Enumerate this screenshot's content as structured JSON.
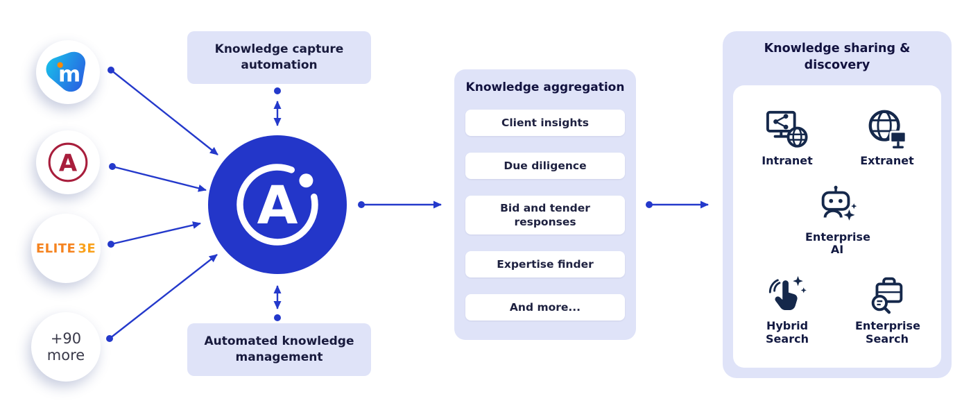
{
  "colors": {
    "arrow_blue": "#2439cb",
    "hub_blue": "#2336c9",
    "panel_lavender": "#dfe3f8",
    "icon_navy": "#15284b",
    "elite_orange": "#f5831f",
    "a_logo_red": "#a81e3c"
  },
  "sources": [
    {
      "id": "imanage",
      "letter": "m"
    },
    {
      "id": "a-logo",
      "letter": "A"
    },
    {
      "id": "elite-3e",
      "word1": "ELITE",
      "word2": "3E"
    },
    {
      "id": "more-sources",
      "line1": "+90",
      "line2": "more"
    }
  ],
  "hub": {
    "letter": "A"
  },
  "boxes": {
    "capture": "Knowledge capture automation",
    "management": "Automated knowledge management"
  },
  "aggregation": {
    "title": "Knowledge aggregation",
    "items": [
      "Client insights",
      "Due diligence",
      "Bid and tender responses",
      "Expertise finder",
      "And more..."
    ]
  },
  "sharing": {
    "title": "Knowledge sharing & discovery",
    "items": [
      {
        "label": "Intranet"
      },
      {
        "label": "Extranet"
      },
      {
        "label": "Enterprise AI"
      },
      {
        "label": "Hybrid Search"
      },
      {
        "label": "Enterprise Search"
      }
    ]
  }
}
